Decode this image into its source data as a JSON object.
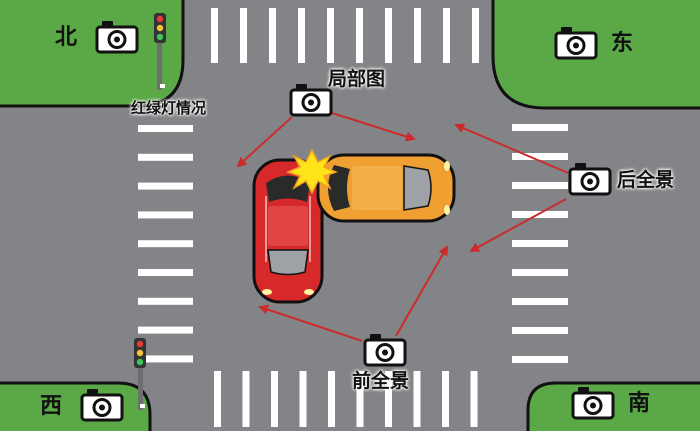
{
  "directions": {
    "north": "北",
    "east": "东",
    "west": "西",
    "south": "南"
  },
  "labels": {
    "partial": "局部图",
    "traffic_light": "红绿灯情况",
    "rear_panorama": "后全景",
    "front_panorama": "前全景"
  },
  "icons": [
    "camera-icon",
    "traffic-light-icon",
    "collision-flash-icon"
  ],
  "colors": {
    "road": "#838487",
    "grass": "#5aa846",
    "stripe": "#ffffff",
    "red_car": "#d8292a",
    "orange_car": "#f0a030",
    "arrow": "#cc2b2b",
    "flash": "#ffe31a"
  }
}
